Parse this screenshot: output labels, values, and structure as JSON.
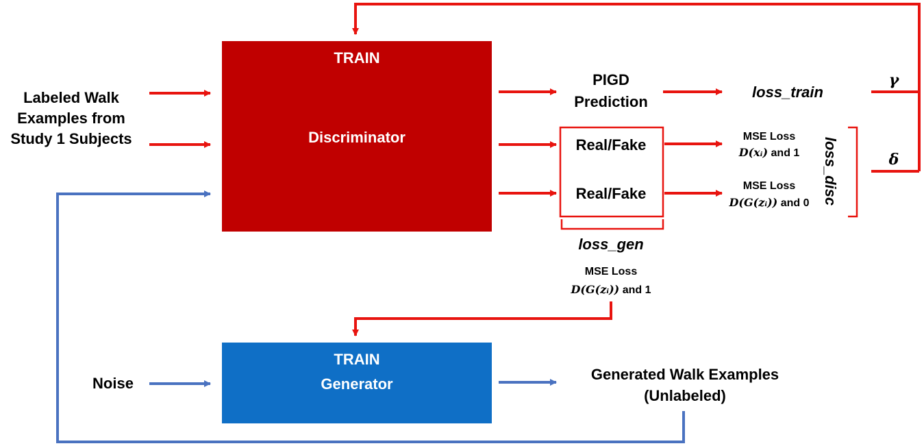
{
  "colors": {
    "red": "#e8140f",
    "dark_red": "#c00000",
    "blue": "#4a72c0",
    "gen_blue": "#0f6fc6",
    "text": "#000000",
    "box_text": "#ffffff"
  },
  "input": {
    "line1": "Labeled Walk",
    "line2": "Examples from",
    "line3": "Study 1 Subjects",
    "noise": "Noise"
  },
  "discriminator": {
    "train": "TRAIN",
    "label": "Discriminator"
  },
  "generator": {
    "train": "TRAIN",
    "label": "Generator"
  },
  "pigd": {
    "line1": "PIGD",
    "line2": "Prediction"
  },
  "loss_train": "loss_train",
  "real_fake_1": "Real/Fake",
  "real_fake_2": "Real/Fake",
  "mse_real": {
    "title": "MSE Loss",
    "expr": "D(xᵢ)",
    "tail": " and 1"
  },
  "mse_fake": {
    "title": "MSE Loss",
    "expr": "D(G(zᵢ))",
    "tail": " and 0"
  },
  "loss_disc": "loss_disc",
  "loss_gen": "loss_gen",
  "mse_gen": {
    "title": "MSE Loss",
    "expr": "D(G(zᵢ))",
    "tail": " and 1"
  },
  "gamma": "γ",
  "delta": "δ",
  "generated": {
    "line1": "Generated Walk Examples",
    "line2": "(Unlabeled)"
  }
}
